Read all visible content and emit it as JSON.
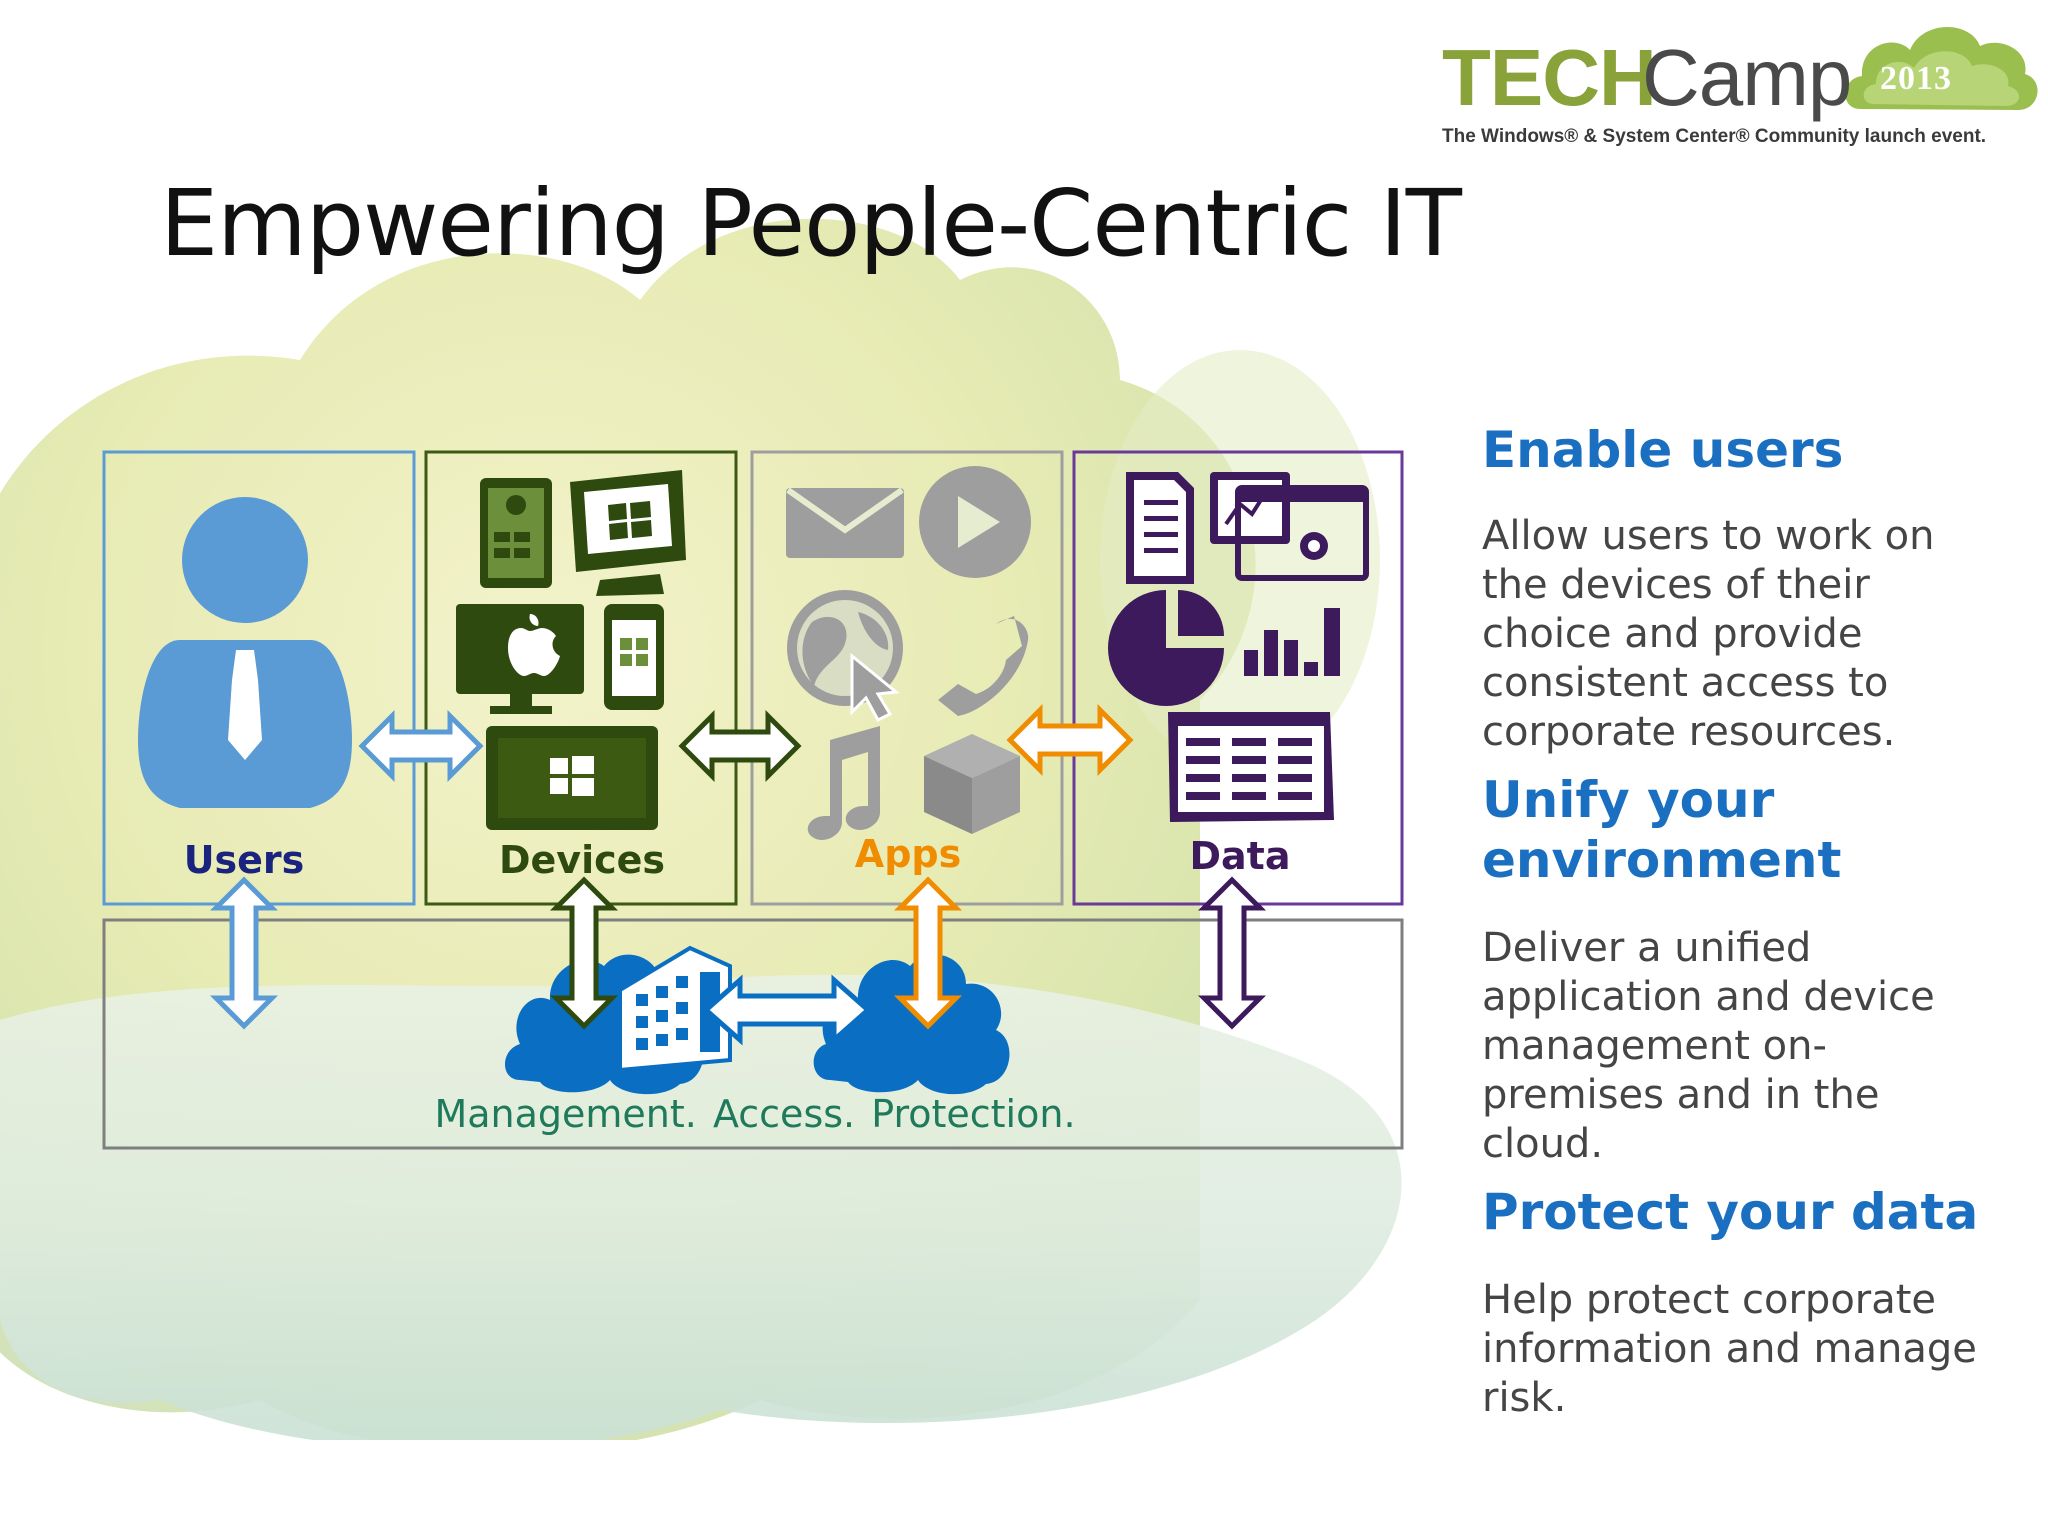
{
  "slide": {
    "title": "Empwering People-Centric IT"
  },
  "logo": {
    "brand_part1": "TECH",
    "brand_part2": "Camp",
    "year": "2013",
    "tagline": "The Windows® & System Center® Community launch event."
  },
  "diagram": {
    "columns": [
      {
        "id": "users",
        "label": "Users",
        "color": "#1a237e",
        "border": "#5b9bd5"
      },
      {
        "id": "devices",
        "label": "Devices",
        "color": "#2e4a0e",
        "border": "#3d5a12"
      },
      {
        "id": "apps",
        "label": "Apps",
        "color": "#f08c00",
        "border": "#9e9e9e"
      },
      {
        "id": "data",
        "label": "Data",
        "color": "#3c1a5b",
        "border": "#6a3a9a"
      }
    ],
    "footer_tagline": "Management.  Access.  Protection.",
    "icons": {
      "users": [
        "user-icon"
      ],
      "devices": [
        "android-tablet-icon",
        "windows-monitor-icon",
        "apple-monitor-icon",
        "windows-phone-icon",
        "windows-tablet-icon"
      ],
      "apps": [
        "mail-icon",
        "play-icon",
        "globe-cursor-icon",
        "phone-icon",
        "music-icon",
        "package-icon"
      ],
      "data": [
        "document-icon",
        "chart-window-icon",
        "pie-chart-icon",
        "bar-chart-icon",
        "table-icon"
      ],
      "footer": [
        "cloud-icon",
        "building-icon",
        "cloud-icon"
      ]
    }
  },
  "sidebar": {
    "sections": [
      {
        "heading": "Enable users",
        "body": "Allow users to work on the devices of their choice and provide consistent access to corporate resources."
      },
      {
        "heading": "Unify your environment",
        "body": "Deliver a unified application and device management on-premises and in the cloud."
      },
      {
        "heading": "Protect your data",
        "body": "Help protect corporate information and manage risk."
      }
    ]
  },
  "colors": {
    "heading_blue": "#1a6fc0",
    "users_blue": "#5b9bd5",
    "devices_green": "#3d5a12",
    "apps_orange": "#f08c00",
    "data_purple": "#3c1a5b",
    "cloud_blue": "#0a6fc2"
  }
}
